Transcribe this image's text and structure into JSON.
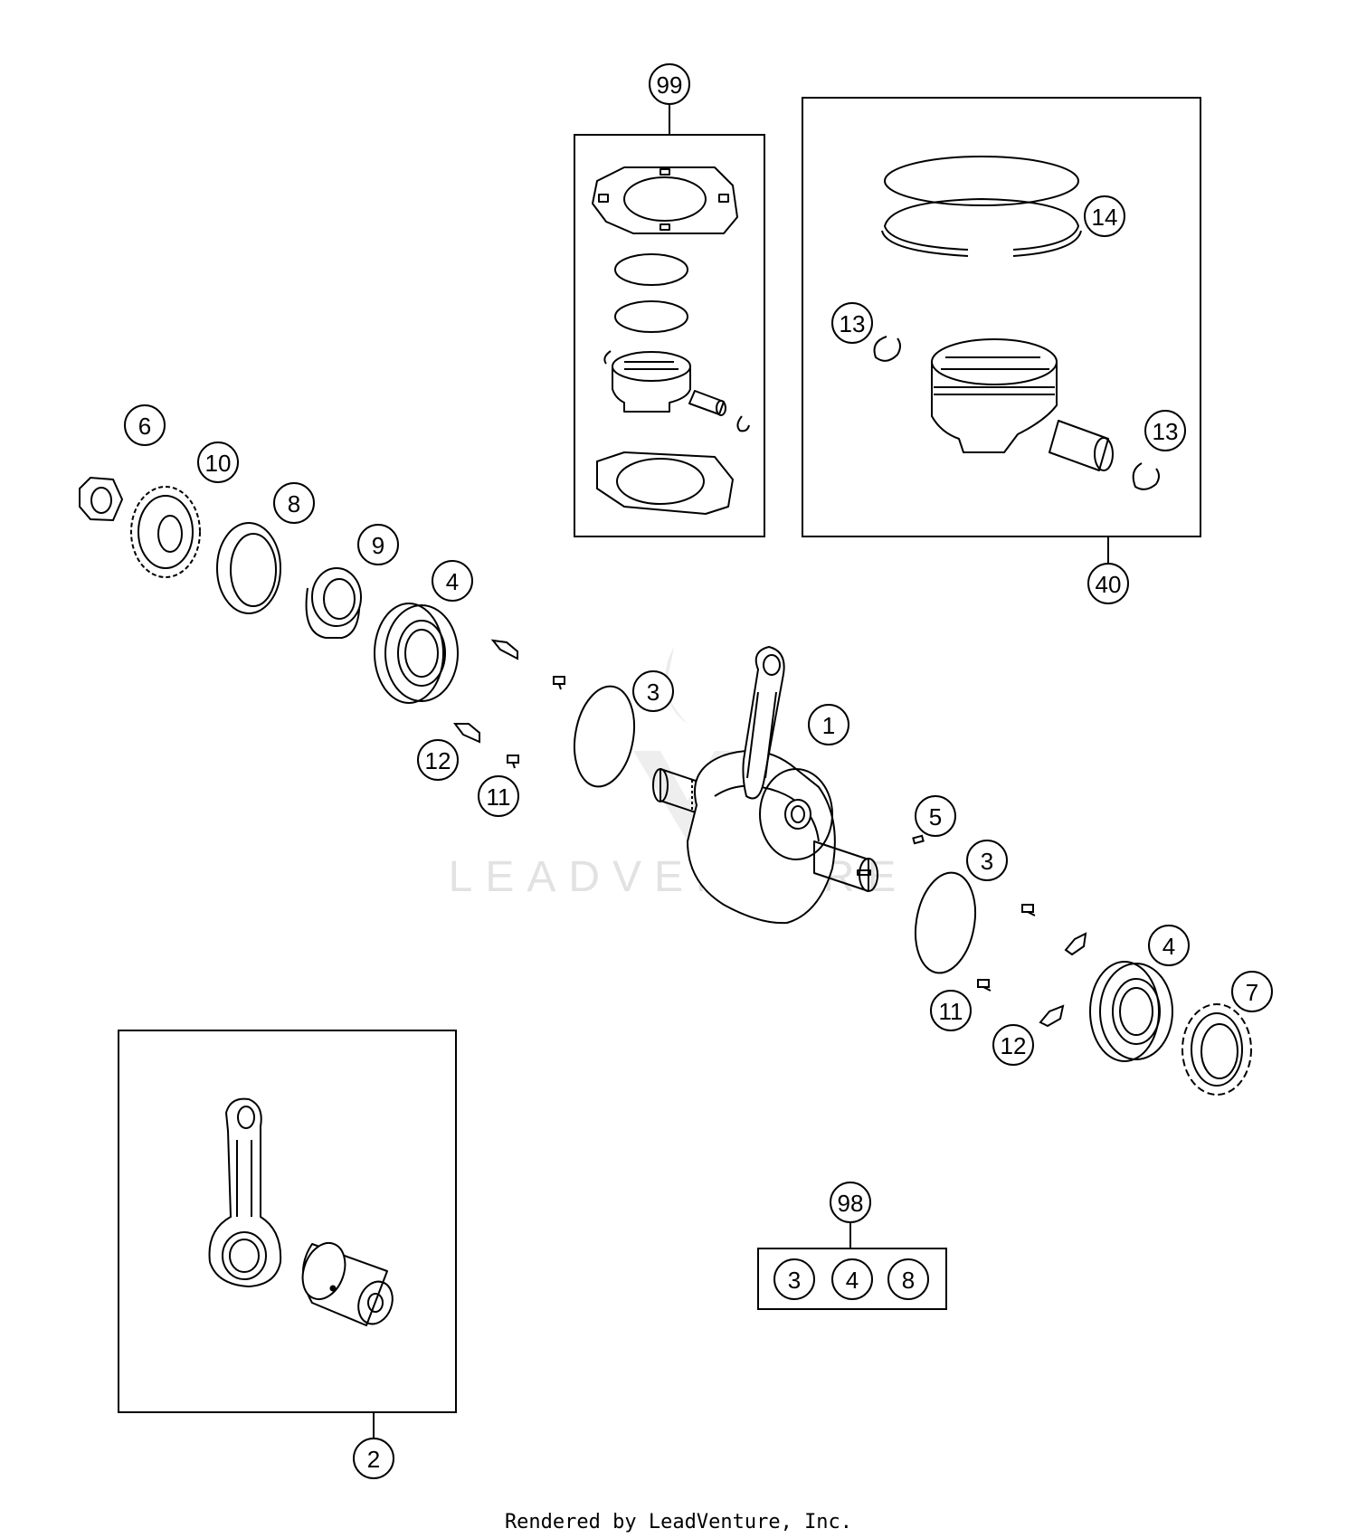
{
  "watermark": "LEADVENTURE",
  "footer": "Rendered by LeadVenture, Inc.",
  "callouts": {
    "c99": "99",
    "c14": "14",
    "c13a": "13",
    "c13b": "13",
    "c40": "40",
    "c6": "6",
    "c10": "10",
    "c8": "8",
    "c9": "9",
    "c4a": "4",
    "c3a": "3",
    "c1": "1",
    "c12a": "12",
    "c11a": "11",
    "c5": "5",
    "c3b": "3",
    "c4b": "4",
    "c7": "7",
    "c11b": "11",
    "c12b": "12",
    "c2": "2",
    "c98": "98",
    "k3": "3",
    "k4": "4",
    "k8": "8"
  }
}
